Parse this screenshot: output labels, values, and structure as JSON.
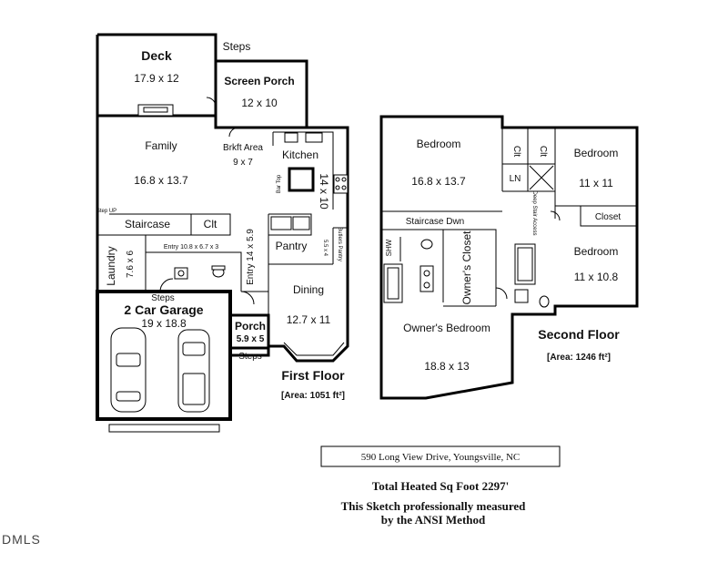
{
  "first_floor": {
    "title": "First Floor",
    "area": "[Area: 1051 ft²]",
    "deck": {
      "name": "Deck",
      "dims": "17.9 x 12"
    },
    "steps_top": "Steps",
    "screen_porch": {
      "name": "Screen Porch",
      "dims": "12 x 10"
    },
    "family": {
      "name": "Family",
      "dims": "16.8 x 13.7"
    },
    "brkft": {
      "name": "Brkft Area",
      "dims": "9 x 7"
    },
    "kitchen": {
      "name": "Kitchen",
      "dims": "14 x 10"
    },
    "bar_top": "Bar Top",
    "step_up": "Step UP",
    "staircase": "Staircase",
    "clt": "Clt",
    "pantry": "Pantry",
    "butlers_pantry": {
      "name": "Butlers Pantry",
      "dims": "5.5 x 4"
    },
    "laundry": {
      "name": "Laundry",
      "dims": "7.6 x 6"
    },
    "entry_small": "Entry 10.8 x 6.7 x 3",
    "entry_vertical": "Entry 14 x 5.9",
    "dining": {
      "name": "Dining",
      "dims": "12.7 x 11"
    },
    "steps_garage": "Steps",
    "garage": {
      "name": "2 Car Garage",
      "dims": "19 x 18.8"
    },
    "porch": {
      "name": "Porch",
      "dims": "5.9 x 5"
    },
    "steps_bottom": "Steps"
  },
  "second_floor": {
    "title": "Second Floor",
    "area": "[Area: 1246 ft²]",
    "bedroom_left": {
      "name": "Bedroom",
      "dims": "16.8 x 13.7"
    },
    "clt_a": "Clt",
    "clt_b": "Clt",
    "ln": "LN",
    "bedroom_right_top": {
      "name": "Bedroom",
      "dims": "11 x 11"
    },
    "deep_stair_access": "Deep Stair Access",
    "closet": "Closet",
    "staircase_dwn": "Staircase Dwn",
    "shw": "SHW",
    "owners_closet": "Owner's Closet",
    "bedroom_right_bottom": {
      "name": "Bedroom",
      "dims": "11 x 10.8"
    },
    "owners_bedroom": {
      "name": "Owner's Bedroom",
      "dims": "18.8 x 13"
    }
  },
  "address": "590 Long View Drive, Youngsville, NC",
  "total": "Total Heated Sq Foot 2297'",
  "note_line1": "This Sketch professionally measured",
  "note_line2": "by the ANSI Method",
  "watermark": "DMLS"
}
